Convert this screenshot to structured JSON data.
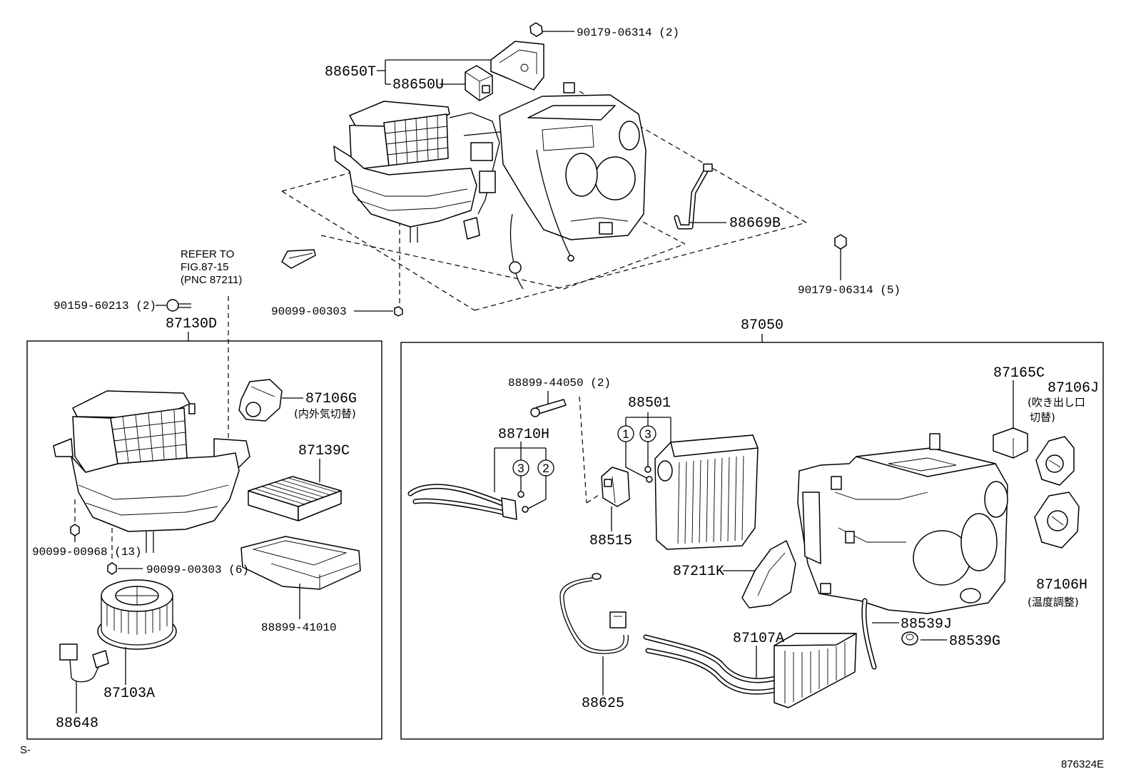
{
  "colors": {
    "ink": "#000000",
    "paper": "#ffffff"
  },
  "top_assembly": {
    "nut_top": "90179-06314 (2)",
    "amplifier_t": "88650T",
    "amplifier_u": "88650U",
    "hose": "88669B",
    "nut_right": "90179-06314 (5)",
    "reference": [
      "REFER TO",
      "FIG.87-15",
      "(PNC 87211)"
    ],
    "screw_left": "90159-60213 (2)",
    "screw_center": "90099-00303"
  },
  "blower_group": {
    "title": "87130D",
    "servo": "87106G",
    "servo_note": "(内外気切替)",
    "filter": "87139C",
    "screw_a": "90099-00968 (13)",
    "screw_b": "90099-00303 (6)",
    "filter_case": "88899-41010",
    "motor": "87103A",
    "harness": "88648"
  },
  "cooling_group": {
    "title": "87050",
    "bolt": "88899-44050 (2)",
    "evaporator": "88501",
    "evaporator_callouts": [
      "1",
      "3"
    ],
    "tube": "88710H",
    "tube_callouts": [
      "3",
      "2"
    ],
    "valve": "88515",
    "servo_c": "87165C",
    "servo_j": "87106J",
    "servo_j_note": [
      "(吹き出し口",
      "切替)"
    ],
    "servo_h": "87106H",
    "servo_h_note": "(温度調整)",
    "duct": "87211K",
    "hose": "88539J",
    "grommet": "88539G",
    "heater_core": "87107A",
    "wire": "88625"
  },
  "footer": {
    "code": "S-",
    "figure_id": "876324E"
  }
}
